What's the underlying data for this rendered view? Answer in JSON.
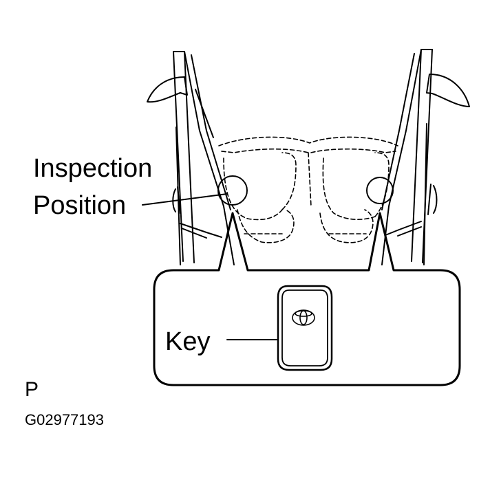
{
  "labels": {
    "inspection_line1": "Inspection",
    "inspection_line2": "Position",
    "key": "Key",
    "view_code": "P",
    "figure_id": "G02977193"
  },
  "colors": {
    "ink": "#000000",
    "paper": "#ffffff"
  },
  "icons": {
    "key_emblem": "toyota-logo-icon"
  }
}
